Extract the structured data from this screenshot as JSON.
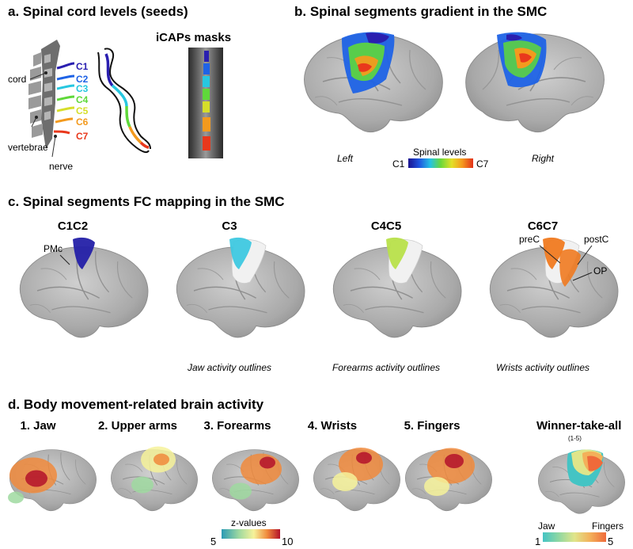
{
  "panel_a": {
    "title": "a. Spinal cord levels (seeds)",
    "levels": [
      "C1",
      "C2",
      "C3",
      "C4",
      "C5",
      "C6",
      "C7"
    ],
    "level_colors": [
      "#2a1fb0",
      "#1f63e6",
      "#27c7e0",
      "#5fd83a",
      "#d6de2a",
      "#f39a1e",
      "#e9381c"
    ],
    "cord_label": "cord",
    "vertebrae_label": "vertebrae",
    "nerve_label": "nerve",
    "masks_title": "iCAPs masks"
  },
  "panel_b": {
    "title": "b. Spinal segments gradient in the SMC",
    "left_caption": "Left",
    "right_caption": "Right",
    "legend_title": "Spinal levels",
    "legend_min": "C1",
    "legend_max": "C7"
  },
  "panel_c": {
    "title": "c. Spinal segments FC mapping in the SMC",
    "brains": [
      {
        "label": "C1C2",
        "caption": "",
        "color": "#2420a8"
      },
      {
        "label": "C3",
        "caption": "Jaw activity outlines",
        "color": "#3ec8e0"
      },
      {
        "label": "C4C5",
        "caption": "Forearms activity outlines",
        "color": "#b8e04a"
      },
      {
        "label": "C6C7",
        "caption": "Wrists activity outlines",
        "color": "#f07a20"
      }
    ],
    "pmc_label": "PMc",
    "prec_label": "preC",
    "postc_label": "postC",
    "op_label": "OP"
  },
  "panel_d": {
    "title": "d. Body movement-related brain activity",
    "brains": [
      {
        "label": "1. Jaw"
      },
      {
        "label": "2. Upper arms"
      },
      {
        "label": "3. Forearms"
      },
      {
        "label": "4. Wrists"
      },
      {
        "label": "5. Fingers"
      }
    ],
    "wta_title": "Winner-take-all",
    "wta_sub": "(1-5)",
    "zlegend_title": "z-values",
    "zlegend_min": "5",
    "zlegend_max": "10",
    "wta_legend_left": "Jaw",
    "wta_legend_right": "Fingers",
    "wta_legend_min": "1",
    "wta_legend_max": "5"
  }
}
